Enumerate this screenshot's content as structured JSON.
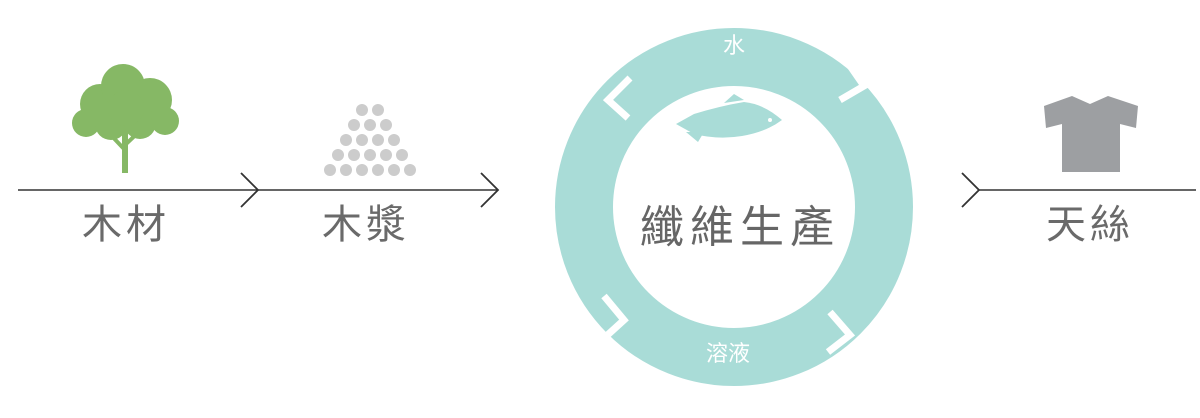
{
  "steps": [
    {
      "label": "木材",
      "icon": "tree-icon"
    },
    {
      "label": "木漿",
      "icon": "pulp-pile-icon"
    },
    {
      "label": "纖維生產",
      "icon": "fish-icon"
    },
    {
      "label": "天絲",
      "icon": "tshirt-icon"
    }
  ],
  "cycle": {
    "top_label": "水",
    "bottom_label": "溶液"
  },
  "colors": {
    "ring": "#a9dcd7",
    "tree": "#86b865",
    "pulp": "#cccccc",
    "shirt": "#9d9fa2",
    "line": "#333333",
    "text": "#6a6a6a"
  }
}
